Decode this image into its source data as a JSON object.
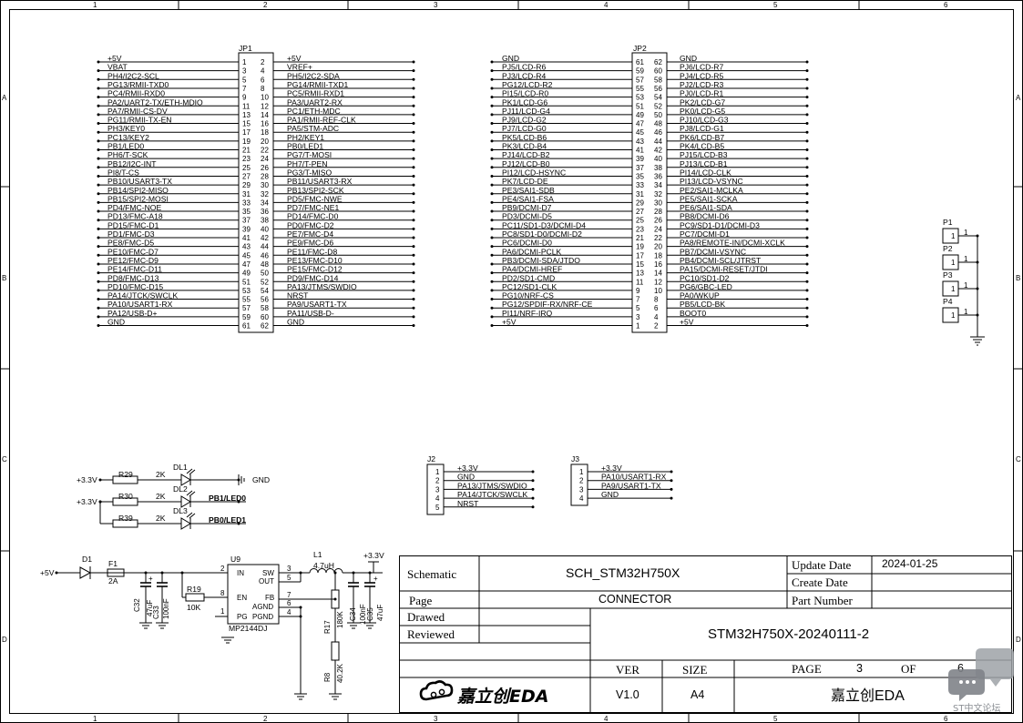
{
  "frame": {
    "cols": [
      "1",
      "2",
      "3",
      "4",
      "5",
      "6"
    ],
    "rows": [
      "A",
      "B",
      "C",
      "D"
    ]
  },
  "jp1": {
    "designator": "JP1",
    "rows": [
      {
        "l": "+5V",
        "a": "1",
        "b": "2",
        "r": "+5V"
      },
      {
        "l": "VBAT",
        "a": "3",
        "b": "4",
        "r": "VREF+"
      },
      {
        "l": "PH4/I2C2-SCL",
        "a": "5",
        "b": "6",
        "r": "PH5/I2C2-SDA"
      },
      {
        "l": "PG13/RMII-TXD0",
        "a": "7",
        "b": "8",
        "r": "PG14/RMII-TXD1"
      },
      {
        "l": "PC4/RMII-RXD0",
        "a": "9",
        "b": "10",
        "r": "PC5/RMII-RXD1"
      },
      {
        "l": "PA2/UART2-TX/ETH-MDIO",
        "a": "11",
        "b": "12",
        "r": "PA3/UART2-RX"
      },
      {
        "l": "PA7/RMII-CS-DV",
        "a": "13",
        "b": "14",
        "r": "PC1/ETH-MDC"
      },
      {
        "l": "PG11/RMII-TX-EN",
        "a": "15",
        "b": "16",
        "r": "PA1/RMII-REF-CLK"
      },
      {
        "l": "PH3/KEY0",
        "a": "17",
        "b": "18",
        "r": "PA5/STM-ADC"
      },
      {
        "l": "PC13/KEY2",
        "a": "19",
        "b": "20",
        "r": "PH2/KEY1"
      },
      {
        "l": "PB1/LED0",
        "a": "21",
        "b": "22",
        "r": "PB0/LED1"
      },
      {
        "l": "PH6/T-SCK",
        "a": "23",
        "b": "24",
        "r": "PG7/T-MOSI"
      },
      {
        "l": "PB12/I2C-INT",
        "a": "25",
        "b": "26",
        "r": "PH7/T-PEN"
      },
      {
        "l": "PI8/T-CS",
        "a": "27",
        "b": "28",
        "r": "PG3/T-MISO"
      },
      {
        "l": "PB10/USART3-TX",
        "a": "29",
        "b": "30",
        "r": "PB11/USART3-RX"
      },
      {
        "l": "PB14/SPI2-MISO",
        "a": "31",
        "b": "32",
        "r": "PB13/SPI2-SCK"
      },
      {
        "l": "PB15/SPI2-MOSI",
        "a": "33",
        "b": "34",
        "r": "PD5/FMC-NWE"
      },
      {
        "l": "PD4/FMC-NOE",
        "a": "35",
        "b": "36",
        "r": "PD7/FMC-NE1"
      },
      {
        "l": "PD13/FMC-A18",
        "a": "37",
        "b": "38",
        "r": "PD14/FMC-D0"
      },
      {
        "l": "PD15/FMC-D1",
        "a": "39",
        "b": "40",
        "r": "PD0/FMC-D2"
      },
      {
        "l": "PD1/FMC-D3",
        "a": "41",
        "b": "42",
        "r": "PE7/FMC-D4"
      },
      {
        "l": "PE8/FMC-D5",
        "a": "43",
        "b": "44",
        "r": "PE9/FMC-D6"
      },
      {
        "l": "PE10/FMC-D7",
        "a": "45",
        "b": "46",
        "r": "PE11/FMC-D8"
      },
      {
        "l": "PE12/FMC-D9",
        "a": "47",
        "b": "48",
        "r": "PE13/FMC-D10"
      },
      {
        "l": "PE14/FMC-D11",
        "a": "49",
        "b": "50",
        "r": "PE15/FMC-D12"
      },
      {
        "l": "PD8/FMC-D13",
        "a": "51",
        "b": "52",
        "r": "PD9/FMC-D14"
      },
      {
        "l": "PD10/FMC-D15",
        "a": "53",
        "b": "54",
        "r": "PA13/JTMS/SWDIO"
      },
      {
        "l": "PA14/JTCK/SWCLK",
        "a": "55",
        "b": "56",
        "r": "NRST"
      },
      {
        "l": "PA10/USART1-RX",
        "a": "57",
        "b": "58",
        "r": "PA9/USART1-TX"
      },
      {
        "l": "PA12/USB-D+",
        "a": "59",
        "b": "60",
        "r": "PA11/USB-D-"
      },
      {
        "l": "GND",
        "a": "61",
        "b": "62",
        "r": "GND"
      }
    ]
  },
  "jp2": {
    "designator": "JP2",
    "rows": [
      {
        "l": "GND",
        "a": "61",
        "b": "62",
        "r": "GND"
      },
      {
        "l": "PJ5/LCD-R6",
        "a": "59",
        "b": "60",
        "r": "PJ6/LCD-R7"
      },
      {
        "l": "PJ3/LCD-R4",
        "a": "57",
        "b": "58",
        "r": "PJ4/LCD-R5"
      },
      {
        "l": "PG12/LCD-R2",
        "a": "55",
        "b": "56",
        "r": "PJ2/LCD-R3"
      },
      {
        "l": "PI15/LCD-R0",
        "a": "53",
        "b": "54",
        "r": "PJ0/LCD-R1"
      },
      {
        "l": "PK1/LCD-G6",
        "a": "51",
        "b": "52",
        "r": "PK2/LCD-G7"
      },
      {
        "l": "PJ11/LCD-G4",
        "a": "49",
        "b": "50",
        "r": "PK0/LCD-G5"
      },
      {
        "l": "PJ9/LCD-G2",
        "a": "47",
        "b": "48",
        "r": "PJ10/LCD-G3"
      },
      {
        "l": "PJ7/LCD-G0",
        "a": "45",
        "b": "46",
        "r": "PJ8/LCD-G1"
      },
      {
        "l": "PK5/LCD-B6",
        "a": "43",
        "b": "44",
        "r": "PK6/LCD-B7"
      },
      {
        "l": "PK3/LCD-B4",
        "a": "41",
        "b": "42",
        "r": "PK4/LCD-B5"
      },
      {
        "l": "PJ14/LCD-B2",
        "a": "39",
        "b": "40",
        "r": "PJ15/LCD-B3"
      },
      {
        "l": "PJ12/LCD-B0",
        "a": "37",
        "b": "38",
        "r": "PJ13/LCD-B1"
      },
      {
        "l": "PI12/LCD-HSYNC",
        "a": "35",
        "b": "36",
        "r": "PI14/LCD-CLK"
      },
      {
        "l": "PK7/LCD-DE",
        "a": "33",
        "b": "34",
        "r": "PI13/LCD-VSYNC"
      },
      {
        "l": "PE3/SAI1-SDB",
        "a": "31",
        "b": "32",
        "r": "PE2/SAI1-MCLKA"
      },
      {
        "l": "PE4/SAI1-FSA",
        "a": "29",
        "b": "30",
        "r": "PE5/SAI1-SCKA"
      },
      {
        "l": "PB9/DCMI-D7",
        "a": "27",
        "b": "28",
        "r": "PE6/SAI1-SDA"
      },
      {
        "l": "PD3/DCMI-D5",
        "a": "25",
        "b": "26",
        "r": "PB8/DCMI-D6"
      },
      {
        "l": "PC11/SD1-D3/DCMI-D4",
        "a": "23",
        "b": "24",
        "r": "PC9/SD1-D1/DCMI-D3"
      },
      {
        "l": "PC8/SD1-D0/DCMI-D2",
        "a": "21",
        "b": "22",
        "r": "PC7/DCMI-D1"
      },
      {
        "l": "PC6/DCMI-D0",
        "a": "19",
        "b": "20",
        "r": "PA8/REMOTE-IN/DCMI-XCLK"
      },
      {
        "l": "PA6/DCMI-PCLK",
        "a": "17",
        "b": "18",
        "r": "PB7/DCMI-VSYNC"
      },
      {
        "l": "PB3/DCMI-SDA/JTDO",
        "a": "15",
        "b": "16",
        "r": "PB4/DCMI-SCL/JTRST"
      },
      {
        "l": "PA4/DCMI-HREF",
        "a": "13",
        "b": "14",
        "r": "PA15/DCMI-RESET/JTDI"
      },
      {
        "l": "PD2/SD1-CMD",
        "a": "11",
        "b": "12",
        "r": "PC10/SD1-D2"
      },
      {
        "l": "PC12/SD1-CLK",
        "a": "9",
        "b": "10",
        "r": "PG6/GBC-LED"
      },
      {
        "l": "PG10/NRF-CS",
        "a": "7",
        "b": "8",
        "r": "PA0/WKUP"
      },
      {
        "l": "PG12/SPDIF-RX/NRF-CE",
        "a": "5",
        "b": "6",
        "r": "PB5/LCD-BK"
      },
      {
        "l": "PI11/NRF-IRQ",
        "a": "3",
        "b": "4",
        "r": "BOOT0"
      },
      {
        "l": "+5V",
        "a": "1",
        "b": "2",
        "r": "+5V"
      }
    ]
  },
  "mounts": {
    "items": [
      {
        "designator": "P1",
        "pin": "1"
      },
      {
        "designator": "P2",
        "pin": "1"
      },
      {
        "designator": "P3",
        "pin": "1"
      },
      {
        "designator": "P4",
        "pin": "1"
      }
    ]
  },
  "j2": {
    "designator": "J2",
    "pins": [
      {
        "n": "1",
        "net": "+3.3V"
      },
      {
        "n": "2",
        "net": "GND"
      },
      {
        "n": "3",
        "net": "PA13/JTMS/SWDIO"
      },
      {
        "n": "4",
        "net": "PA14/JTCK/SWCLK"
      },
      {
        "n": "5",
        "net": "NRST"
      }
    ]
  },
  "j3": {
    "designator": "J3",
    "pins": [
      {
        "n": "1",
        "net": "+3.3V"
      },
      {
        "n": "2",
        "net": "PA10/USART1-RX"
      },
      {
        "n": "3",
        "net": "PA9/USART1-TX"
      },
      {
        "n": "4",
        "net": "GND"
      }
    ]
  },
  "leds": {
    "rows": [
      {
        "supply": "+3.3V",
        "res": "R29",
        "val": "2K",
        "led": "DL1",
        "net": "GND"
      },
      {
        "supply": "+3.3V",
        "res": "R30",
        "val": "2K",
        "led": "DL2",
        "net": "PB1/LED0"
      },
      {
        "supply": "",
        "res": "R39",
        "val": "2K",
        "led": "DL3",
        "net": "PB0/LED1"
      }
    ]
  },
  "power": {
    "vin": "+5V",
    "vout": "+3.3V",
    "d1": "D1",
    "f1": "F1",
    "f1_val": "2A",
    "c32": "C32",
    "c32_val": "47uF",
    "c33": "C33",
    "c33_val": "100nF",
    "r19": "R19",
    "r19_val": "10K",
    "u9": "U9",
    "u9_part": "MP2144DJ",
    "u9_pins": {
      "in": "IN",
      "sw": "SW",
      "out": "OUT",
      "en": "EN",
      "fb": "FB",
      "agnd": "AGND",
      "pg": "PG",
      "pgnd": "PGND"
    },
    "u9_nums": {
      "n2": "2",
      "n3": "3",
      "n5": "5",
      "n8": "8",
      "n7": "7",
      "n6": "6",
      "n1": "1",
      "n4": "4"
    },
    "l1": "L1",
    "l1_val": "4.7uH",
    "r17": "R17",
    "r17_val": "180K",
    "r8": "R8",
    "r8_val": "40.2K",
    "c34": "C34",
    "c34_val": "100nF",
    "c35": "C35",
    "c35_val": "47uF"
  },
  "title_block": {
    "schematic_label": "Schematic",
    "schematic_value": "SCH_STM32H750X",
    "page_label": "Page",
    "page_value": "CONNECTOR",
    "drawed_label": "Drawed",
    "reviewed_label": "Reviewed",
    "update_label": "Update Date",
    "update_value": "2024-01-25",
    "create_label": "Create Date",
    "part_label": "Part Number",
    "project": "STM32H750X-20240111-2",
    "ver_label": "VER",
    "ver_value": "V1.0",
    "size_label": "SIZE",
    "size_value": "A4",
    "pagenum_label": "PAGE",
    "pagenum_value": "3",
    "of_label": "OF",
    "of_value": "6",
    "logo_text": "嘉立创EDA",
    "company": "嘉立创EDA"
  },
  "watermark": {
    "text": "ST中文论坛"
  }
}
